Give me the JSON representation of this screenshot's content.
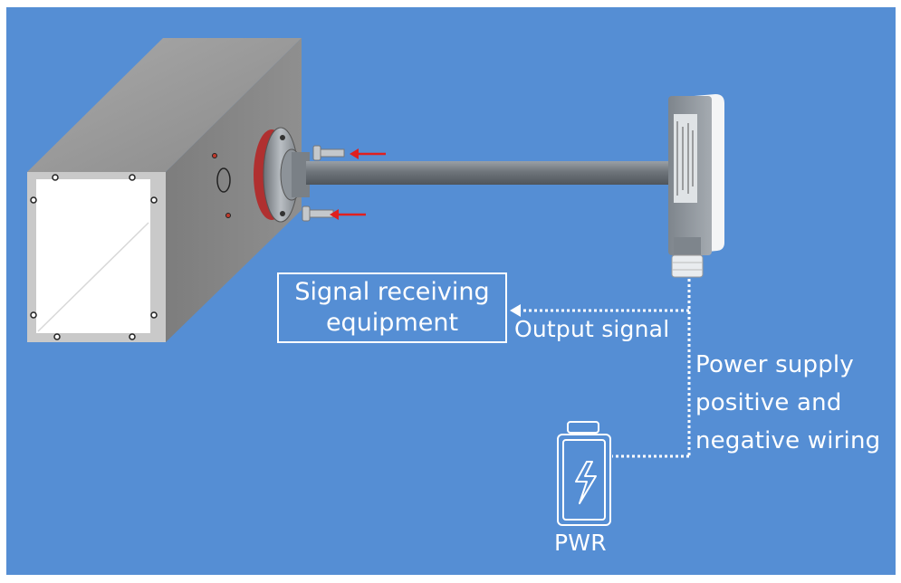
{
  "receiver": {
    "line1": "Signal receiving",
    "line2": "equipment"
  },
  "labels": {
    "output_signal": "Output signal",
    "power_line1": "Power supply",
    "power_line2": "positive and",
    "power_line3": "negative wiring",
    "pwr": "PWR"
  },
  "colors": {
    "background": "#558ed4",
    "arrow": "#e0201e",
    "wiring": "#ffffff"
  }
}
